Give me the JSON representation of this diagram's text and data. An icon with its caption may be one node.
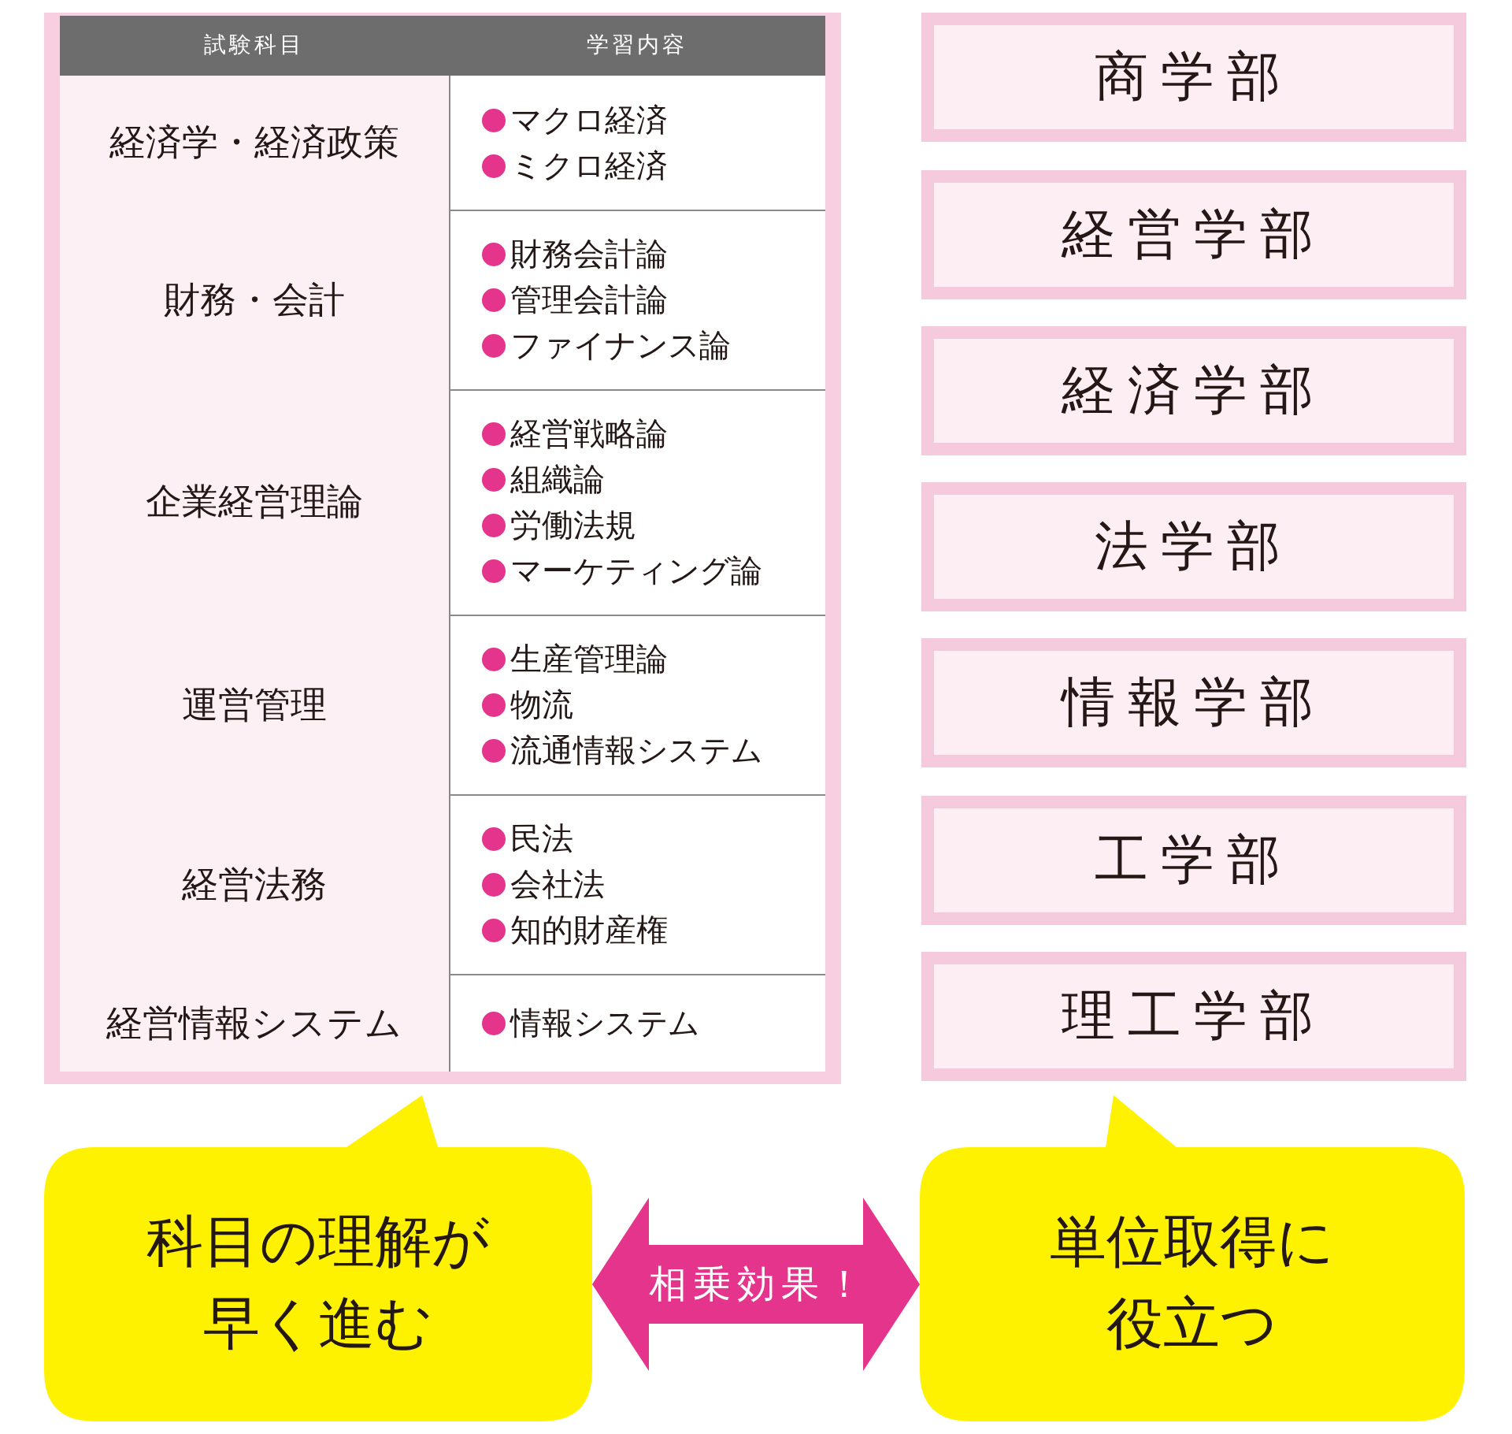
{
  "diagram": {
    "nodes": [
      {
        "text": [
          "商学部"
        ]
      },
      {
        "text": [
          "経営学部"
        ]
      },
      {
        "text": [
          "経済学部"
        ]
      },
      {
        "text": [
          "法学部"
        ]
      },
      {
        "text": [
          "情報学部"
        ]
      },
      {
        "text": [
          "工学部"
        ]
      },
      {
        "text": [
          "理工学部"
        ]
      },
      {
        "text": [
          "科目の理解が早く進む"
        ]
      },
      {
        "text": [
          "単位取得に役立つ"
        ]
      }
    ],
    "edges": [
      {
        "from": 7,
        "to": 8,
        "arrow": "both",
        "label": "相乗効果！"
      }
    ],
    "labels": [
      "試験科目",
      "学習内容",
      "経済学・経済政策",
      "マクロ経済",
      "ミクロ経済",
      "財務・会計",
      "財務会計論",
      "管理会計論",
      "ファイナンス論",
      "企業経営理論",
      "経営戦略論",
      "組織論",
      "労働法規",
      "マーケティング論",
      "運営管理",
      "生産管理論",
      "物流",
      "流通情報システム",
      "経営法務",
      "民法",
      "会社法",
      "知的財産権",
      "経営情報システム",
      "情報システム"
    ]
  }
}
